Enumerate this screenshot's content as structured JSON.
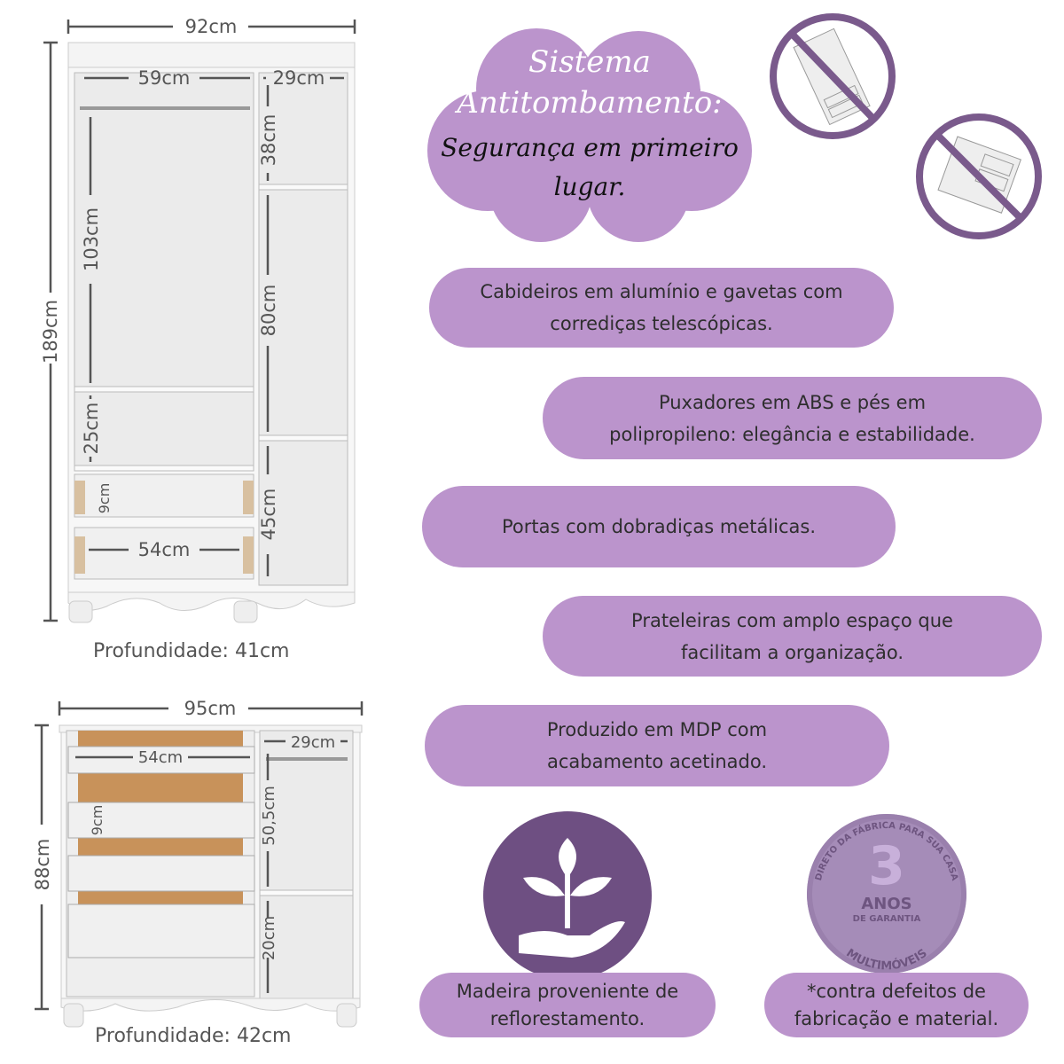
{
  "wardrobe": {
    "width": "92cm",
    "height": "189cm",
    "left_width": "59cm",
    "right_width": "29cm",
    "hanger_height": "103cm",
    "shelf_25": "25cm",
    "drawer_h": "9cm",
    "drawer_w": "54cm",
    "right_top": "38cm",
    "right_mid": "80cm",
    "right_bottom": "45cm",
    "depth": "Profundidade: 41cm"
  },
  "dresser": {
    "width": "95cm",
    "height": "88cm",
    "drawer_w": "54cm",
    "right_width": "29cm",
    "drawer_h": "9cm",
    "right_mid": "50,5cm",
    "right_bottom": "20cm",
    "depth": "Profundidade: 42cm"
  },
  "cloud": {
    "line1": "Sistema",
    "line2": "Antitombamento:",
    "line3": "Segurança em primeiro",
    "line4": "lugar."
  },
  "features": [
    {
      "l1": "Cabideiros em alumínio e gavetas com",
      "l2": "corrediças telescópicas."
    },
    {
      "l1": "Puxadores em ABS e pés em",
      "l2": "polipropileno: elegância e estabilidade."
    },
    {
      "l1": "Portas com dobradiças metálicas.",
      "l2": ""
    },
    {
      "l1": "Prateleiras com amplo espaço que",
      "l2": "facilitam a organização."
    },
    {
      "l1": "Produzido em MDP com",
      "l2": "acabamento acetinado."
    },
    {
      "l1": "Madeira proveniente de",
      "l2": "reflorestamento."
    },
    {
      "l1": "*contra defeitos de",
      "l2": "fabricação e material."
    }
  ],
  "seal": {
    "arc_top": "DIRETO DA FÁBRICA PARA SUA CASA",
    "number": "3",
    "anos": "ANOS",
    "garantia": "DE GARANTIA",
    "brand": "MULTIMÓVEIS"
  },
  "colors": {
    "lavender": "#bb94cc",
    "dark_purple": "#6e4f82",
    "no_icon": "#7a5a8c"
  }
}
